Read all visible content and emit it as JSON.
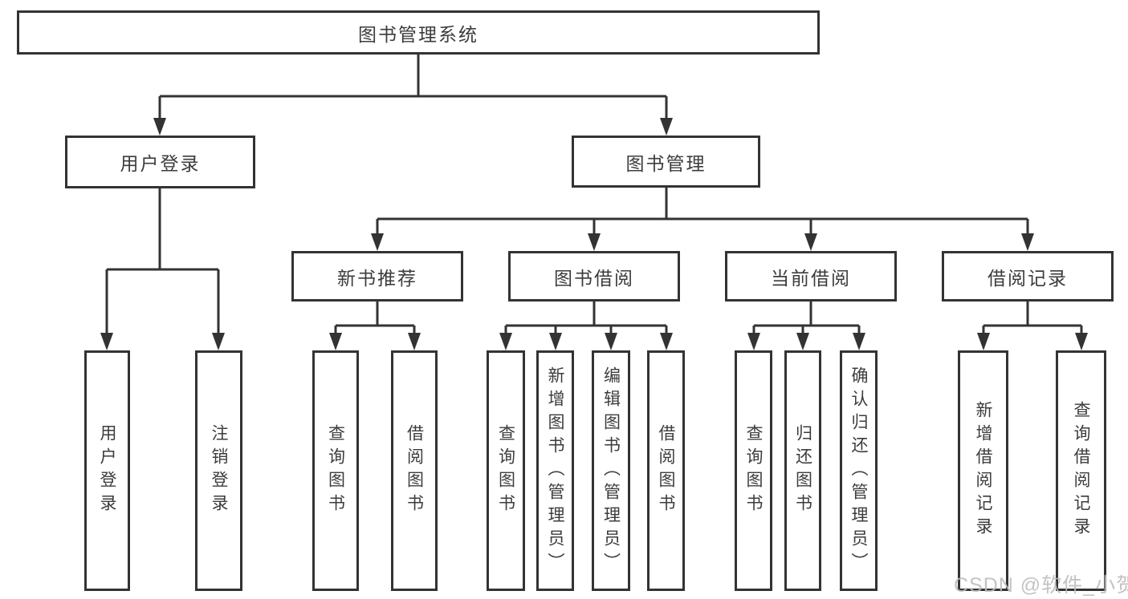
{
  "diagram": {
    "type": "hierarchy-tree",
    "colors": {
      "line": "#333333",
      "box_border": "#333333",
      "text": "#3c3c3c",
      "watermark": "#bdbdbd",
      "background": "#ffffff"
    }
  },
  "tree": {
    "label": "图书管理系统",
    "children": [
      {
        "label": "用户登录",
        "children": [
          {
            "label": "用户登录"
          },
          {
            "label": "注销登录"
          }
        ]
      },
      {
        "label": "图书管理",
        "children": [
          {
            "label": "新书推荐",
            "children": [
              {
                "label": "查询图书"
              },
              {
                "label": "借阅图书"
              }
            ]
          },
          {
            "label": "图书借阅",
            "children": [
              {
                "label": "查询图书"
              },
              {
                "label": "新增图书（管理员）"
              },
              {
                "label": "编辑图书（管理员）"
              },
              {
                "label": "借阅图书"
              }
            ]
          },
          {
            "label": "当前借阅",
            "children": [
              {
                "label": "查询图书"
              },
              {
                "label": "归还图书"
              },
              {
                "label": "确认归还（管理员）"
              }
            ]
          },
          {
            "label": "借阅记录",
            "children": [
              {
                "label": "新增借阅记录"
              },
              {
                "label": "查询借阅记录"
              }
            ]
          }
        ]
      }
    ]
  },
  "watermark": {
    "text": "CSDN @软件_小贺同学"
  }
}
